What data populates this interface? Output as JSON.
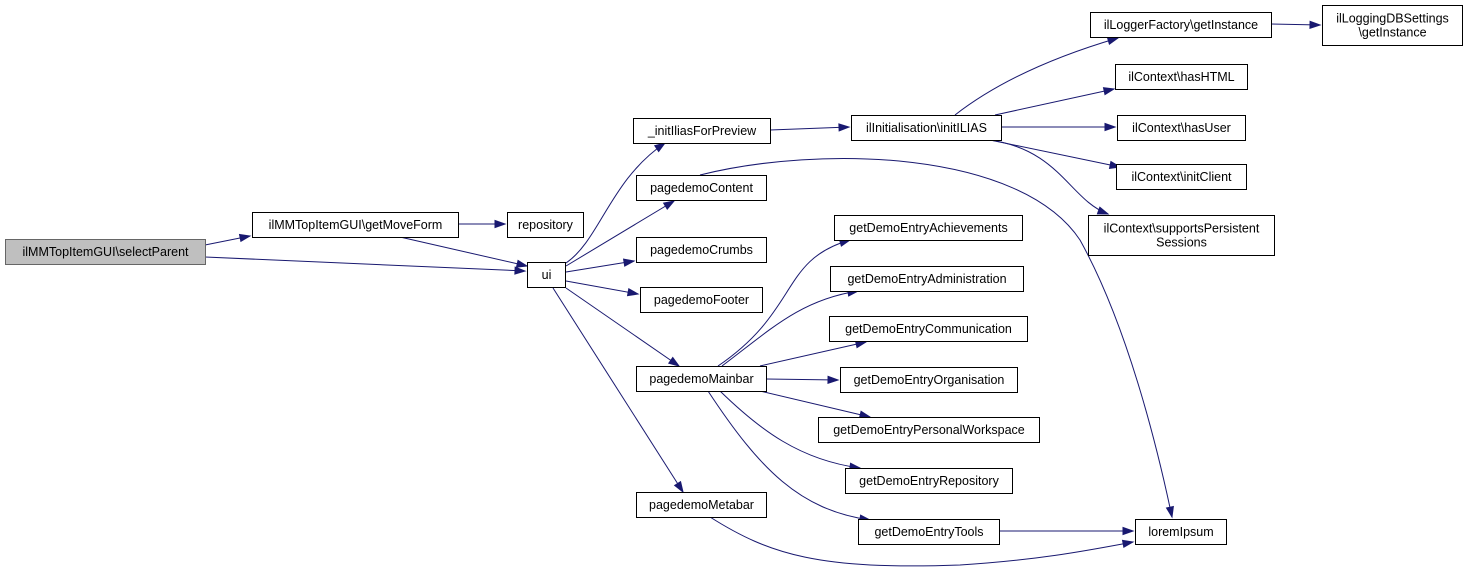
{
  "colors": {
    "edge": "#191970",
    "root_fill": "#bfbfbf",
    "root_stroke": "#666666",
    "node_fill": "#ffffff",
    "node_stroke": "#000000"
  },
  "nodes": [
    {
      "id": "selectParent",
      "lines": [
        "ilMMTopItemGUI\\selectParent"
      ],
      "root": true
    },
    {
      "id": "getMoveForm",
      "lines": [
        "ilMMTopItemGUI\\getMoveForm"
      ]
    },
    {
      "id": "repository",
      "lines": [
        "repository"
      ]
    },
    {
      "id": "ui",
      "lines": [
        "ui"
      ]
    },
    {
      "id": "initIlias",
      "lines": [
        "_initIliasForPreview"
      ]
    },
    {
      "id": "pdContent",
      "lines": [
        "pagedemoContent"
      ]
    },
    {
      "id": "pdCrumbs",
      "lines": [
        "pagedemoCrumbs"
      ]
    },
    {
      "id": "pdFooter",
      "lines": [
        "pagedemoFooter"
      ]
    },
    {
      "id": "pdMainbar",
      "lines": [
        "pagedemoMainbar"
      ]
    },
    {
      "id": "pdMetabar",
      "lines": [
        "pagedemoMetabar"
      ]
    },
    {
      "id": "ilInit",
      "lines": [
        "ilInitialisation\\initILIAS"
      ]
    },
    {
      "id": "loggerFactory",
      "lines": [
        "ilLoggerFactory\\getInstance"
      ]
    },
    {
      "id": "loggingDB",
      "lines": [
        "ilLoggingDBSettings",
        "\\getInstance"
      ]
    },
    {
      "id": "hasHTML",
      "lines": [
        "ilContext\\hasHTML"
      ]
    },
    {
      "id": "hasUser",
      "lines": [
        "ilContext\\hasUser"
      ]
    },
    {
      "id": "initClient",
      "lines": [
        "ilContext\\initClient"
      ]
    },
    {
      "id": "supportsPS",
      "lines": [
        "ilContext\\supportsPersistent",
        "Sessions"
      ]
    },
    {
      "id": "achievements",
      "lines": [
        "getDemoEntryAchievements"
      ]
    },
    {
      "id": "administration",
      "lines": [
        "getDemoEntryAdministration"
      ]
    },
    {
      "id": "communication",
      "lines": [
        "getDemoEntryCommunication"
      ]
    },
    {
      "id": "organisation",
      "lines": [
        "getDemoEntryOrganisation"
      ]
    },
    {
      "id": "personalWS",
      "lines": [
        "getDemoEntryPersonalWorkspace"
      ]
    },
    {
      "id": "repositoryEntry",
      "lines": [
        "getDemoEntryRepository"
      ]
    },
    {
      "id": "tools",
      "lines": [
        "getDemoEntryTools"
      ]
    },
    {
      "id": "lorem",
      "lines": [
        "loremIpsum"
      ]
    }
  ],
  "edges": [
    {
      "from": "selectParent",
      "to": "getMoveForm"
    },
    {
      "from": "selectParent",
      "to": "ui"
    },
    {
      "from": "getMoveForm",
      "to": "repository"
    },
    {
      "from": "getMoveForm",
      "to": "ui"
    },
    {
      "from": "ui",
      "to": "initIlias"
    },
    {
      "from": "ui",
      "to": "pdContent"
    },
    {
      "from": "ui",
      "to": "pdCrumbs"
    },
    {
      "from": "ui",
      "to": "pdFooter"
    },
    {
      "from": "ui",
      "to": "pdMainbar"
    },
    {
      "from": "ui",
      "to": "pdMetabar"
    },
    {
      "from": "initIlias",
      "to": "ilInit"
    },
    {
      "from": "pdContent",
      "to": "lorem"
    },
    {
      "from": "ilInit",
      "to": "loggerFactory"
    },
    {
      "from": "ilInit",
      "to": "hasHTML"
    },
    {
      "from": "ilInit",
      "to": "hasUser"
    },
    {
      "from": "ilInit",
      "to": "initClient"
    },
    {
      "from": "ilInit",
      "to": "supportsPS"
    },
    {
      "from": "loggerFactory",
      "to": "loggingDB"
    },
    {
      "from": "pdMainbar",
      "to": "achievements"
    },
    {
      "from": "pdMainbar",
      "to": "administration"
    },
    {
      "from": "pdMainbar",
      "to": "communication"
    },
    {
      "from": "pdMainbar",
      "to": "organisation"
    },
    {
      "from": "pdMainbar",
      "to": "personalWS"
    },
    {
      "from": "pdMainbar",
      "to": "repositoryEntry"
    },
    {
      "from": "pdMainbar",
      "to": "tools"
    },
    {
      "from": "pdMetabar",
      "to": "lorem"
    },
    {
      "from": "tools",
      "to": "lorem"
    }
  ]
}
